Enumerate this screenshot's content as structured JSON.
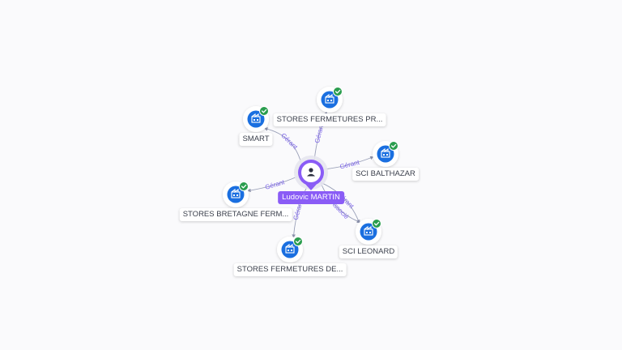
{
  "graph": {
    "center": {
      "label": "Ludovic MARTIN",
      "icon": "person-icon"
    },
    "companies": [
      {
        "id": "smart",
        "label": "SMART",
        "icon": "company-icon",
        "verified": true
      },
      {
        "id": "stores-fermetures-pr",
        "label": "STORES FERMETURES PR...",
        "icon": "company-icon",
        "verified": true
      },
      {
        "id": "sci-balthazar",
        "label": "SCI BALTHAZAR",
        "icon": "company-icon",
        "verified": true
      },
      {
        "id": "stores-bretagne",
        "label": "STORES BRETAGNE FERM...",
        "icon": "company-icon",
        "verified": true
      },
      {
        "id": "sci-leonard",
        "label": "SCI LEONARD",
        "icon": "company-icon",
        "verified": true
      },
      {
        "id": "stores-fermetures-de",
        "label": "STORES FERMETURES DE...",
        "icon": "company-icon",
        "verified": true
      }
    ],
    "edges": [
      {
        "to": "smart",
        "label": "Gérant"
      },
      {
        "to": "stores-fermetures-pr",
        "label": "Gérant"
      },
      {
        "to": "sci-balthazar",
        "label": "Gérant"
      },
      {
        "to": "stores-bretagne",
        "label": "Gérant"
      },
      {
        "to": "sci-leonard",
        "label": "Gérant"
      },
      {
        "to": "sci-leonard",
        "label": "Associé"
      },
      {
        "to": "stores-fermetures-de",
        "label": "Gérant"
      }
    ]
  },
  "colors": {
    "person": "#8a5cf6",
    "company": "#1a6fe0",
    "verified": "#2a9d4e",
    "edge": "#9aa0b8",
    "edge_label": "#7a62e8"
  }
}
